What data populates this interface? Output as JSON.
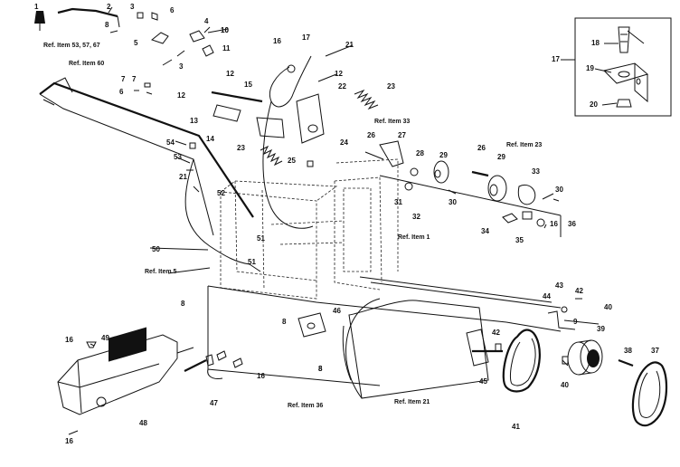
{
  "diagram": {
    "part_numbers": [
      "1",
      "2",
      "3",
      "3",
      "4",
      "5",
      "6",
      "7",
      "8",
      "10",
      "11",
      "12",
      "12",
      "13",
      "14",
      "15",
      "16",
      "17",
      "21",
      "22",
      "23",
      "23",
      "24",
      "25",
      "26",
      "26",
      "27",
      "28",
      "29",
      "29",
      "30",
      "30",
      "31",
      "32",
      "33",
      "34",
      "35",
      "36",
      "16",
      "37",
      "38",
      "39",
      "40",
      "40",
      "41",
      "42",
      "42",
      "43",
      "44",
      "45",
      "46",
      "47",
      "48",
      "49",
      "50",
      "51",
      "51",
      "52",
      "53",
      "54",
      "8",
      "8",
      "21",
      "16",
      "16",
      "16",
      "17",
      "18",
      "19",
      "20",
      "9",
      "6",
      "8",
      "12",
      "7",
      "8",
      "10"
    ],
    "references": {
      "ref_53_57_67": "Ref. Item 53, 57, 67",
      "ref_60": "Ref. Item 60",
      "ref_33": "Ref. Item 33",
      "ref_23": "Ref. Item 23",
      "ref_1": "Ref. Item 1",
      "ref_5": "Ref. Item 5",
      "ref_36": "Ref. Item 36",
      "ref_21": "Ref. Item 21"
    }
  }
}
